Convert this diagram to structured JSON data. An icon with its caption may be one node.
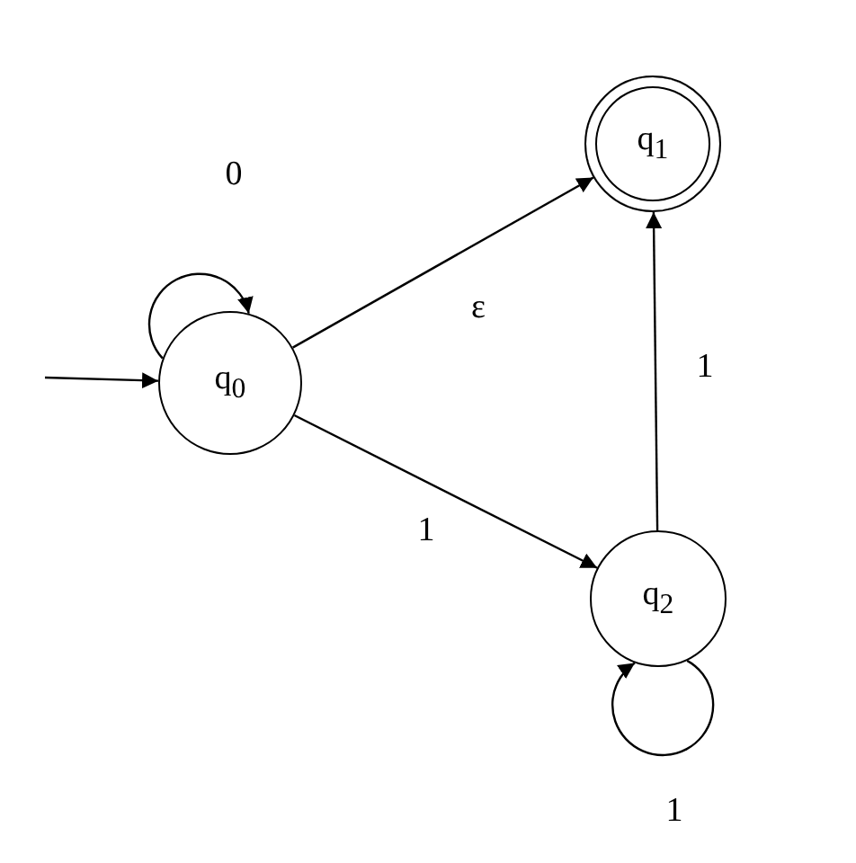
{
  "diagram": {
    "nodes": [
      {
        "text": [
          "q$_{0}$"
        ]
      },
      {
        "text": [
          "q$_{1}$"
        ]
      },
      {
        "text": [
          "q$_{2}$"
        ]
      }
    ],
    "edges": [
      {
        "from": null,
        "to": 0,
        "arrow": "to"
      },
      {
        "from": 0,
        "to": 0,
        "arrow": "to",
        "label": "0"
      },
      {
        "from": 0,
        "to": 1,
        "arrow": "to",
        "label": "ε"
      },
      {
        "from": 0,
        "to": 2,
        "arrow": "to",
        "label": "1"
      },
      {
        "from": 2,
        "to": 1,
        "arrow": "to",
        "label": "1"
      },
      {
        "from": 2,
        "to": 2,
        "arrow": "to",
        "label": "1"
      }
    ]
  }
}
